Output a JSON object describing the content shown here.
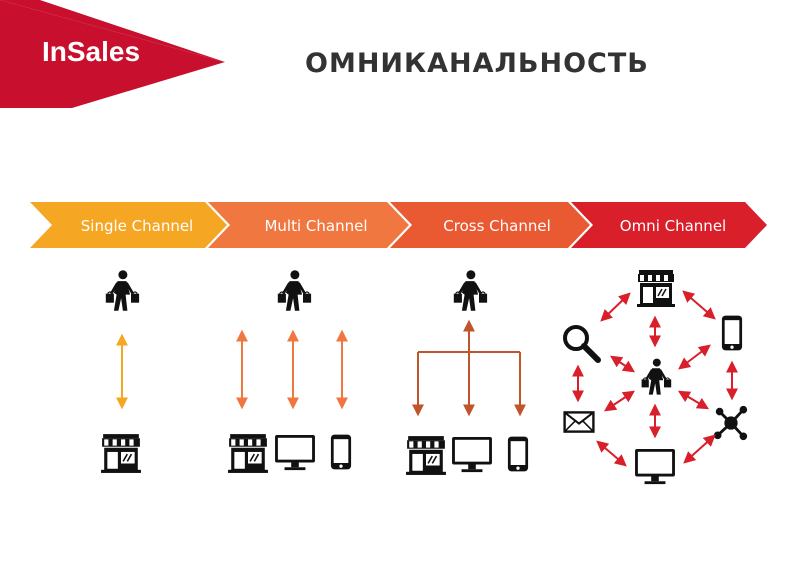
{
  "logo": {
    "text": "InSales",
    "color": "#c8102e"
  },
  "title": "ОМНИКАНАЛЬНОСТЬ",
  "stages": [
    {
      "label": "Single Channel",
      "color": "#f5a623"
    },
    {
      "label": "Multi Channel",
      "color": "#f07840"
    },
    {
      "label": "Cross Channel",
      "color": "#ea5a32"
    },
    {
      "label": "Omni Channel",
      "color": "#d81f2a"
    }
  ],
  "icons": {
    "shopper": "shopper-icon",
    "store": "store-icon",
    "monitor": "monitor-icon",
    "phone": "phone-icon",
    "search": "search-icon",
    "mail": "mail-icon",
    "social": "social-network-icon"
  },
  "colors": {
    "icon": "#111111",
    "text": "#333333",
    "background": "#ffffff"
  }
}
